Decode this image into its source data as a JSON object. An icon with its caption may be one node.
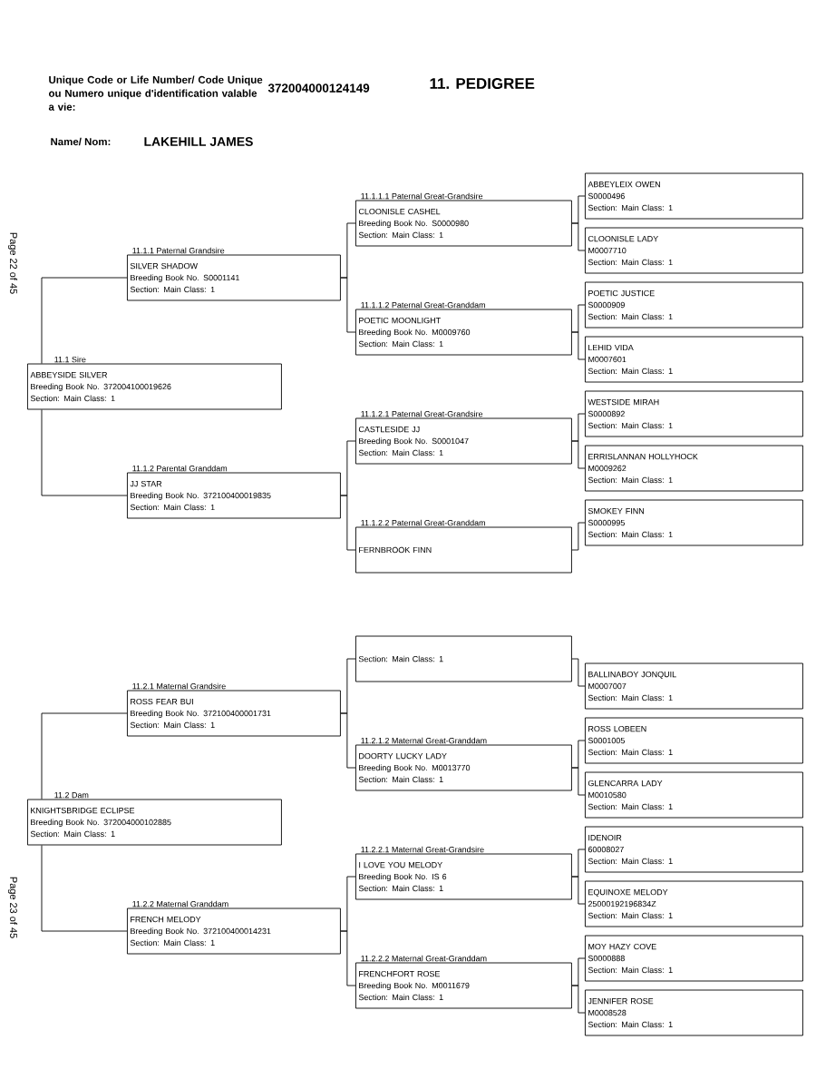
{
  "diagram": {
    "title": "11. PEDIGREE",
    "nodes": [
      {
        "text": [
          "11.1 Sire",
          "ABBEYSIDE SILVER",
          "Breeding Book No. 372004100019626",
          "Section: Main Class: 1"
        ]
      },
      {
        "text": [
          "11.1.1 Paternal Grandsire",
          "SILVER SHADOW",
          "Breeding Book No. S0001141",
          "Section: Main Class: 1"
        ]
      },
      {
        "text": [
          "11.1.1.1 Paternal Great-Grandsire",
          "CLOONISLE CASHEL",
          "Breeding Book No. S0000980",
          "Section: Main Class: 1"
        ]
      },
      {
        "text": [
          "ABBEYLEIX OWEN",
          "S0000496",
          "Section: Main Class: 1"
        ]
      },
      {
        "text": [
          "CLOONISLE LADY",
          "M0007710",
          "Section: Main Class: 1"
        ]
      },
      {
        "text": [
          "11.1.1.2 Paternal Great-Granddam",
          "POETIC MOONLIGHT",
          "Breeding Book No. M0009760",
          "Section: Main Class: 1"
        ]
      },
      {
        "text": [
          "POETIC JUSTICE",
          "S0000909",
          "Section: Main Class: 1"
        ]
      },
      {
        "text": [
          "LEHID VIDA",
          "M0007601",
          "Section: Main Class: 1"
        ]
      },
      {
        "text": [
          "11.1.2 Parental Granddam",
          "JJ STAR",
          "Breeding Book No. 372100400019835",
          "Section: Main Class: 1"
        ]
      },
      {
        "text": [
          "11.1.2.1 Paternal Great-Grandsire",
          "CASTLESIDE JJ",
          "Breeding Book No. S0001047",
          "Section: Main Class: 1"
        ]
      },
      {
        "text": [
          "WESTSIDE MIRAH",
          "S0000892",
          "Section: Main Class: 1"
        ]
      },
      {
        "text": [
          "ERRISLANNAN HOLLYHOCK",
          "M0009262",
          "Section: Main Class: 1"
        ]
      },
      {
        "text": [
          "11.1.2.2 Paternal Great-Granddam",
          "FERNBROOK FINN"
        ]
      },
      {
        "text": [
          "SMOKEY FINN",
          "S0000995",
          "Section: Main Class: 1"
        ]
      },
      {
        "text": [
          "11.2 Dam",
          "KNIGHTSBRIDGE ECLIPSE",
          "Breeding Book No. 372004000102885",
          "Section: Main Class: 1"
        ]
      },
      {
        "text": [
          "11.2.1 Maternal Grandsire",
          "ROSS FEAR BUI",
          "Breeding Book No. 372100400001731",
          "Section: Main Class: 1"
        ]
      },
      {
        "text": [
          "Section: Main Class: 1"
        ]
      },
      {
        "text": [
          "BALLINABOY JONQUIL",
          "M0007007",
          "Section: Main Class: 1"
        ]
      },
      {
        "text": [
          "11.2.1.2 Maternal Great-Granddam",
          "DOORTY LUCKY LADY",
          "Breeding Book No. M0013770",
          "Section: Main Class: 1"
        ]
      },
      {
        "text": [
          "ROSS LOBEEN",
          "S0001005",
          "Section: Main Class: 1"
        ]
      },
      {
        "text": [
          "GLENCARRA LADY",
          "M0010580",
          "Section: Main Class: 1"
        ]
      },
      {
        "text": [
          "11.2.2 Maternal Granddam",
          "FRENCH MELODY",
          "Breeding Book No. 372100400014231",
          "Section: Main Class: 1"
        ]
      },
      {
        "text": [
          "11.2.2.1 Maternal Great-Grandsire",
          "I LOVE YOU MELODY",
          "Breeding Book No. IS 6",
          "Section: Main Class: 1"
        ]
      },
      {
        "text": [
          "IDENOIR",
          "60008027",
          "Section: Main Class: 1"
        ]
      },
      {
        "text": [
          "EQUINOXE MELODY",
          "25000192196834Z",
          "Section: Main Class: 1"
        ]
      },
      {
        "text": [
          "11.2.2.2 Maternal Great-Granddam",
          "FRENCHFORT ROSE",
          "Breeding Book No. M0011679",
          "Section: Main Class: 1"
        ]
      },
      {
        "text": [
          "MOY HAZY COVE",
          "S0000888",
          "Section: Main Class: 1"
        ]
      },
      {
        "text": [
          "JENNIFER ROSE",
          "M0008528",
          "Section: Main Class: 1"
        ]
      }
    ],
    "edges": [
      {
        "from": 0,
        "to": 1,
        "arrow": "none"
      },
      {
        "from": 0,
        "to": 8,
        "arrow": "none"
      },
      {
        "from": 1,
        "to": 2,
        "arrow": "none"
      },
      {
        "from": 1,
        "to": 5,
        "arrow": "none"
      },
      {
        "from": 2,
        "to": 3,
        "arrow": "none"
      },
      {
        "from": 2,
        "to": 4,
        "arrow": "none"
      },
      {
        "from": 5,
        "to": 6,
        "arrow": "none"
      },
      {
        "from": 5,
        "to": 7,
        "arrow": "none"
      },
      {
        "from": 8,
        "to": 9,
        "arrow": "none"
      },
      {
        "from": 8,
        "to": 12,
        "arrow": "none"
      },
      {
        "from": 9,
        "to": 10,
        "arrow": "none"
      },
      {
        "from": 9,
        "to": 11,
        "arrow": "none"
      },
      {
        "from": 12,
        "to": 13,
        "arrow": "none"
      },
      {
        "from": 14,
        "to": 15,
        "arrow": "none"
      },
      {
        "from": 14,
        "to": 21,
        "arrow": "none"
      },
      {
        "from": 15,
        "to": 16,
        "arrow": "none"
      },
      {
        "from": 15,
        "to": 18,
        "arrow": "none"
      },
      {
        "from": 16,
        "to": 17,
        "arrow": "none"
      },
      {
        "from": 18,
        "to": 19,
        "arrow": "none"
      },
      {
        "from": 18,
        "to": 20,
        "arrow": "none"
      },
      {
        "from": 21,
        "to": 22,
        "arrow": "none"
      },
      {
        "from": 21,
        "to": 25,
        "arrow": "none"
      },
      {
        "from": 22,
        "to": 23,
        "arrow": "none"
      },
      {
        "from": 22,
        "to": 24,
        "arrow": "none"
      },
      {
        "from": 25,
        "to": 26,
        "arrow": "none"
      },
      {
        "from": 25,
        "to": 27,
        "arrow": "none"
      }
    ],
    "labels": [
      "Unique Code or Life Number/ Code Unique ou Numero unique d'identification valable a vie:",
      "372004000124149",
      "Name/ Nom:",
      "LAKEHILL JAMES",
      "Page 22 of 45",
      "Page 23 of 45"
    ]
  }
}
